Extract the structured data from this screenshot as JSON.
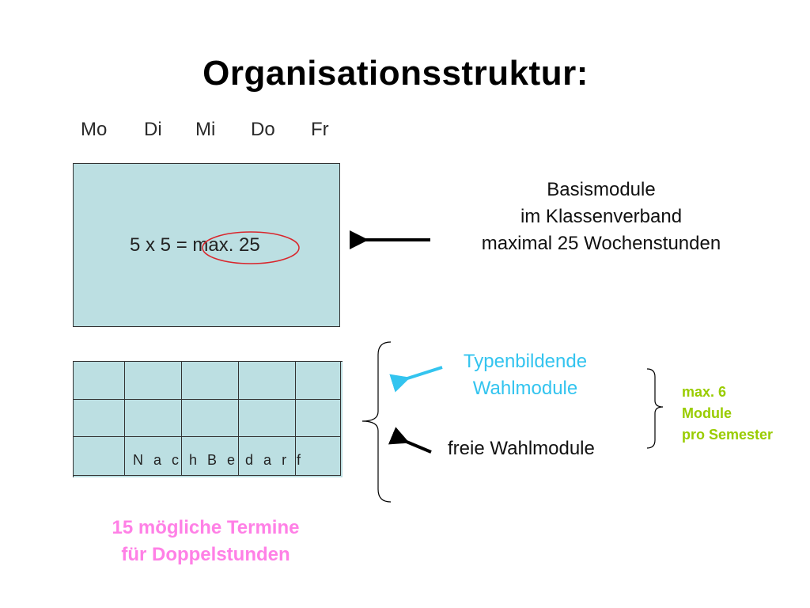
{
  "title": "Organisationsstruktur:",
  "days": [
    "Mo",
    "Di",
    "Mi",
    "Do",
    "Fr"
  ],
  "basis_box": {
    "formula": "5 x 5 = max. 25"
  },
  "basismodule": {
    "line1": "Basismodule",
    "line2": "im Klassenverband",
    "line3": "maximal 25 Wochenstunden"
  },
  "wahl_grid": {
    "rows": 3,
    "columns": 5,
    "label": "N a c h  B e d a r f"
  },
  "typenbildende": {
    "line1": "Typenbildende",
    "line2": "Wahlmodule"
  },
  "freie": {
    "label": "freie Wahlmodule"
  },
  "max_module": {
    "line1": "max. 6",
    "line2": "Module",
    "line3": "pro Semester"
  },
  "termine": {
    "line1": "15 mögliche Termine",
    "line2": "für Doppelstunden"
  },
  "colors": {
    "box_fill": "#bcdfe2",
    "typenbildende": "#33c4ef",
    "max_module": "#99cc00",
    "termine": "#ff80e6",
    "ellipse": "#d9262c"
  }
}
